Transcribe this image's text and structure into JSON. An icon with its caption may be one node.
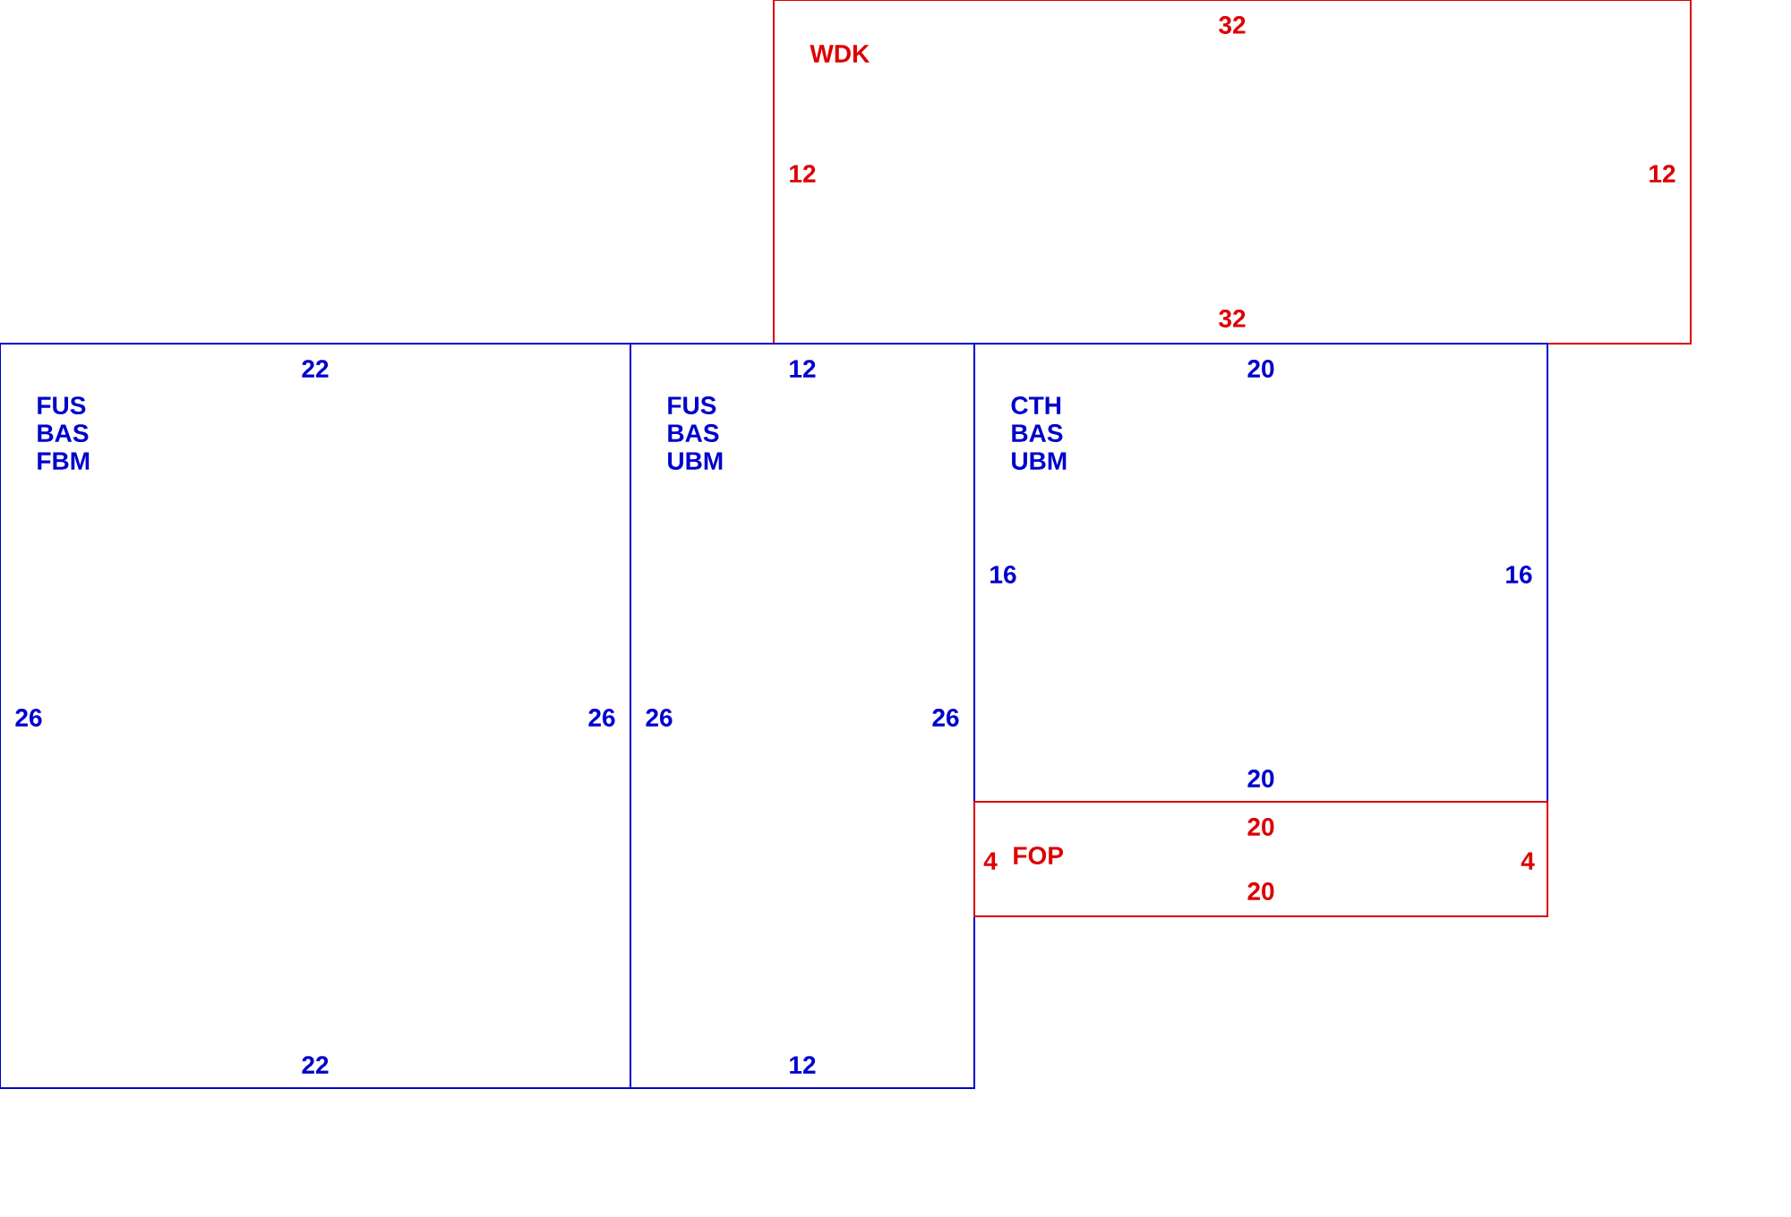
{
  "diagram": {
    "nodes": [
      {
        "text": [
          "WDK",
          "32",
          "12",
          "12",
          "32"
        ]
      },
      {
        "text": [
          "FUS BAS FBM",
          "22",
          "26",
          "26",
          "22"
        ]
      },
      {
        "text": [
          "FUS BAS UBM",
          "12",
          "26",
          "26",
          "12"
        ]
      },
      {
        "text": [
          "CTH BAS UBM",
          "20",
          "16",
          "16",
          "20"
        ]
      },
      {
        "text": [
          "FOP",
          "20",
          "4",
          "4",
          "20"
        ]
      }
    ]
  }
}
